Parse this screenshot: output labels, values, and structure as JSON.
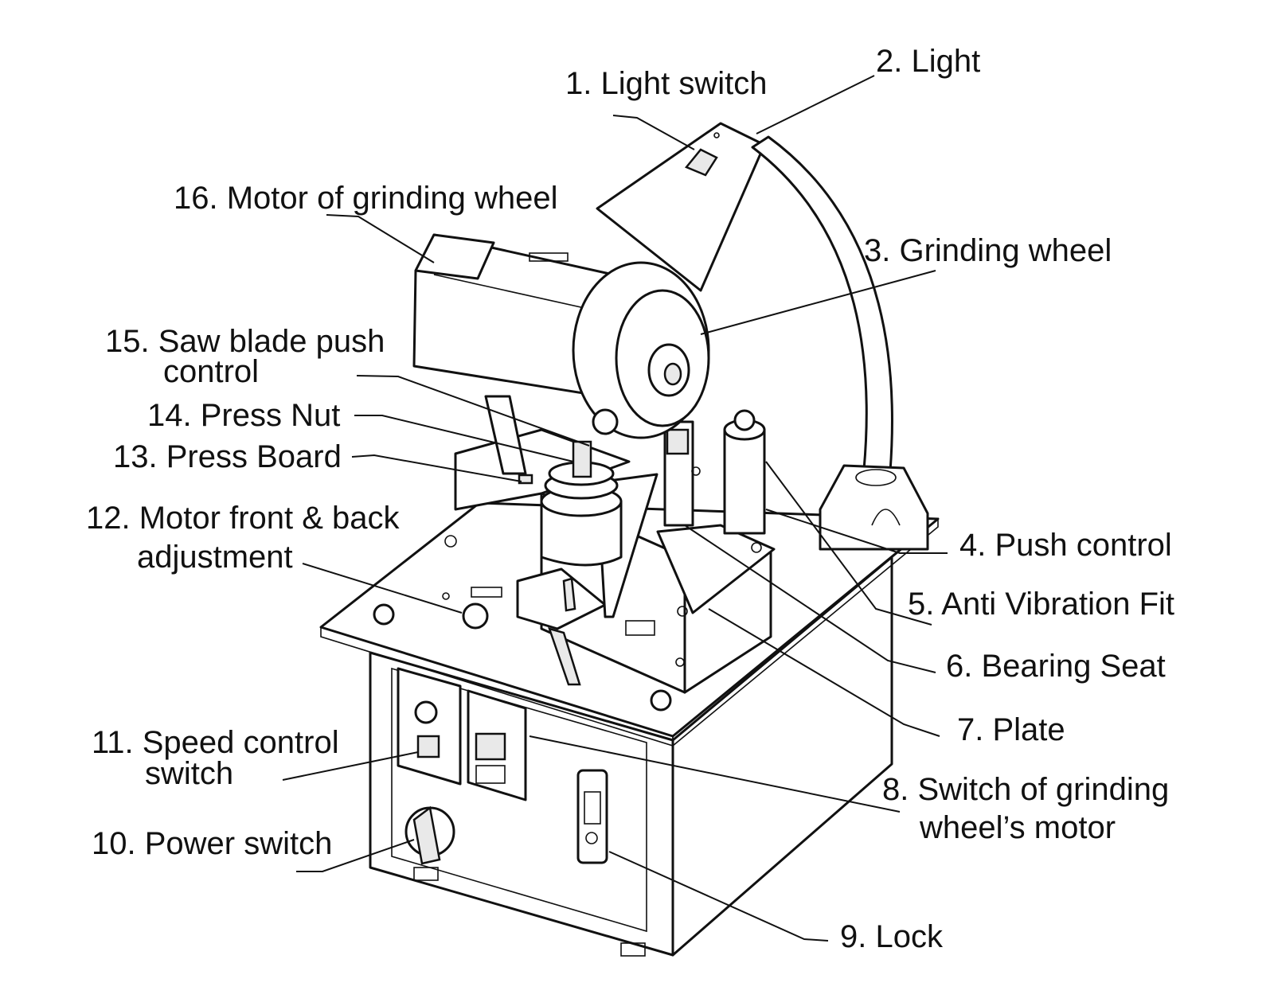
{
  "labels": {
    "l1": "1. Light switch",
    "l2": "2. Light",
    "l3": "3. Grinding wheel",
    "l4": "4. Push control",
    "l5": "5. Anti Vibration Fit",
    "l6": "6. Bearing Seat",
    "l7": "7. Plate",
    "l8a": "8. Switch of grinding",
    "l8b": "wheel’s motor",
    "l9": "9. Lock",
    "l10": "10. Power switch",
    "l11a": "11. Speed control",
    "l11b": "switch",
    "l12a": "12. Motor front & back",
    "l12b": "adjustment",
    "l13": "13. Press Board",
    "l14": "14. Press Nut",
    "l15a": "15. Saw blade push",
    "l15b": "control",
    "l16": "16. Motor of grinding wheel"
  },
  "colors": {
    "line": "#111111",
    "background": "#ffffff"
  }
}
